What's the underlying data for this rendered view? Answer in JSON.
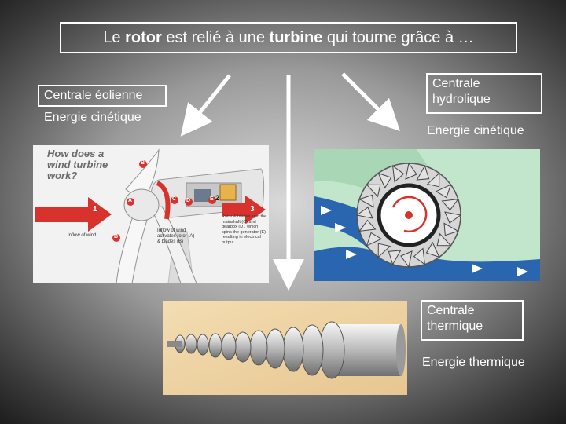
{
  "title": {
    "part1": "Le ",
    "rotor": "rotor",
    "part2": " est relié à une ",
    "turbine": "turbine",
    "part3": " qui tourne grâce à …"
  },
  "eolienne": {
    "label": "Centrale éolienne",
    "energy": "Energie cinétique",
    "image": {
      "heading_line1": "How does a",
      "heading_line2": "wind turbine",
      "heading_line3": "work?",
      "inflow": "Inflow of wind",
      "caption_mid": "Inflow of wind activates rotor (A) & blades (B)",
      "caption_right": "Rotor & blades spin the mainshaft (C) and gearbox (D), which spins the generator (E), resulting in electrical output",
      "marker_1": "1",
      "marker_2": "2",
      "marker_3": "3",
      "marker_a": "A",
      "marker_b": "B",
      "marker_c": "C",
      "marker_d": "D",
      "marker_e": "E"
    }
  },
  "hydraulique": {
    "label_line1": "Centrale",
    "label_line2": "hydrolique",
    "energy": "Energie cinétique"
  },
  "thermique": {
    "label_line1": "Centrale",
    "label_line2": "thermique",
    "energy": "Energie thermique"
  },
  "colors": {
    "text": "#ffffff",
    "arrow": "#ffffff",
    "wind_red": "#d8322c",
    "water_blue": "#2a66b0",
    "land_green": "#b8e0c0"
  }
}
